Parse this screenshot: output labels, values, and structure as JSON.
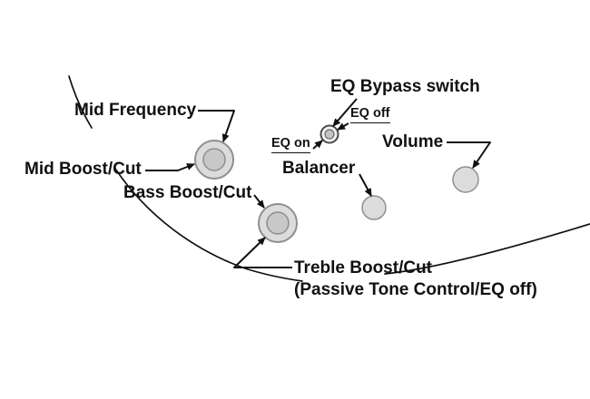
{
  "diagram": {
    "labels": {
      "eq_bypass_switch": "EQ Bypass switch",
      "eq_off": "EQ off",
      "eq_on": "EQ on",
      "mid_frequency": "Mid Frequency",
      "mid_boost_cut": "Mid Boost/Cut",
      "bass_boost_cut": "Bass Boost/Cut",
      "volume": "Volume",
      "balancer": "Balancer",
      "treble_boost_cut": "Treble Boost/Cut",
      "passive_tone": "(Passive Tone Control/EQ off)"
    },
    "colors": {
      "background": "#ffffff",
      "text": "#111111",
      "line": "#111111",
      "knob_fill": "#dcdcdc",
      "knob_inner": "#c8c8c8",
      "knob_stroke": "#8f8f8f"
    }
  }
}
